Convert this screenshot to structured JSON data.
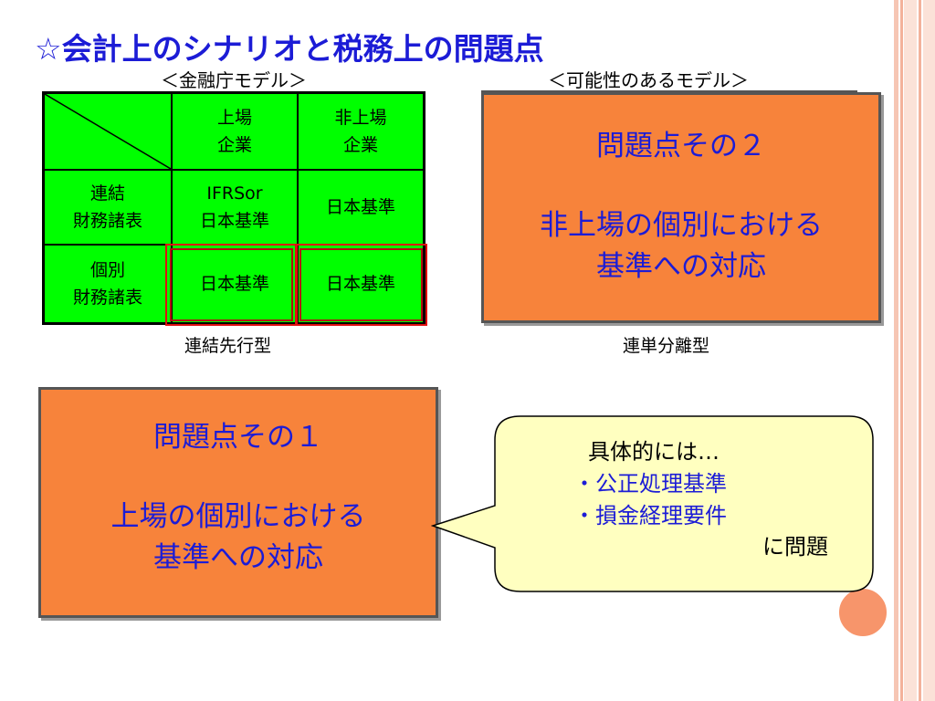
{
  "slide": {
    "title": "☆会計上のシナリオと税務上の問題点",
    "left_model_label": "＜金融庁モデル＞",
    "right_model_label": "＜可能性のあるモデル＞",
    "left_caption": "連結先行型",
    "right_caption": "連単分離型"
  },
  "table": {
    "header": [
      "",
      [
        "上場",
        "企業"
      ],
      [
        "非上場",
        "企業"
      ]
    ],
    "rows": [
      {
        "label": [
          "連結",
          "財務諸表"
        ],
        "cells": [
          [
            "IFRSor",
            "日本基準"
          ],
          [
            "日本基準"
          ]
        ]
      },
      {
        "label": [
          "個別",
          "財務諸表"
        ],
        "cells": [
          [
            "日本基準"
          ],
          [
            "日本基準"
          ]
        ]
      }
    ]
  },
  "issue2": {
    "heading": "問題点その２",
    "line1": "非上場の個別における",
    "line2": "基準への対応"
  },
  "issue1": {
    "heading": "問題点その１",
    "line1": "上場の個別における",
    "line2": "基準への対応"
  },
  "callout": {
    "heading": "具体的には…",
    "item1": "・公正処理基準",
    "item2": "・損金経理要件",
    "tail": "に問題"
  },
  "colors": {
    "title_blue": "#1c1cd6",
    "table_green": "#00ff00",
    "box_orange": "#f7833b",
    "callout_yellow": "#ffffc0",
    "highlight_red": "#e01010"
  }
}
